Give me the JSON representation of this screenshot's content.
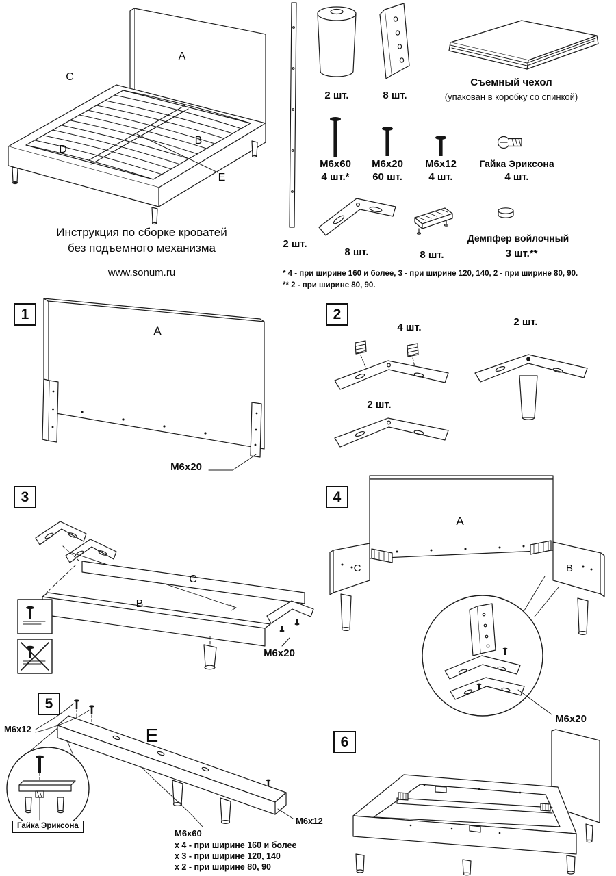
{
  "header": {
    "title_line1": "Инструкция по сборке кроватей",
    "title_line2": "без подъемного механизма",
    "website": "www.sonum.ru"
  },
  "bed_overview": {
    "label_a": "A",
    "label_b": "B",
    "label_c": "C",
    "label_d": "D",
    "label_e": "E"
  },
  "parts_list": {
    "side_strip_qty": "2 шт.",
    "leg_qty": "2 шт.",
    "angle_bracket_qty": "8 шт.",
    "cover_name": "Съемный чехол",
    "cover_note": "(упакован в коробку со спинкой)",
    "bolt_m6x60_name": "М6х60",
    "bolt_m6x60_qty": "4 шт.*",
    "bolt_m6x20_name": "М6х20",
    "bolt_m6x20_qty": "60 шт.",
    "bolt_m6x12_name": "М6х12",
    "bolt_m6x12_qty": "4 шт.",
    "erikson_nut_name": "Гайка Эриксона",
    "erikson_nut_qty": "4 шт.",
    "corner_plate_qty": "8 шт.",
    "small_bracket_qty": "8 шт.",
    "damper_name": "Демпфер войлочный",
    "damper_qty": "3 шт.**",
    "footnote1": "* 4 - при ширине 160 и более, 3 - при ширине 120, 140, 2 - при ширине 80, 90.",
    "footnote2": "** 2 - при ширине 80, 90."
  },
  "steps": {
    "step1": {
      "number": "1",
      "panel_label": "A",
      "bolt_label": "М6х20"
    },
    "step2": {
      "number": "2",
      "qty_studs": "4 шт.",
      "qty_leg_plate": "2 шт.",
      "qty_plain_plate": "2 шт."
    },
    "step3": {
      "number": "3",
      "rail_c": "C",
      "rail_b": "B",
      "bolt_label": "М6х20"
    },
    "step4": {
      "number": "4",
      "panel_label": "A",
      "rail_c": "C",
      "rail_b": "B",
      "bolt_label": "М6х20"
    },
    "step5": {
      "number": "5",
      "beam_label": "E",
      "bolt_left": "М6х12",
      "bolt_right": "М6х12",
      "nut_label": "Гайка Эриксона",
      "note_title": "М6х60",
      "note_line1": "x 4 - при ширине 160 и более",
      "note_line2": "x 3 - при ширине 120, 140",
      "note_line3": "x 2 - при ширине 80, 90"
    },
    "step6": {
      "number": "6"
    }
  }
}
